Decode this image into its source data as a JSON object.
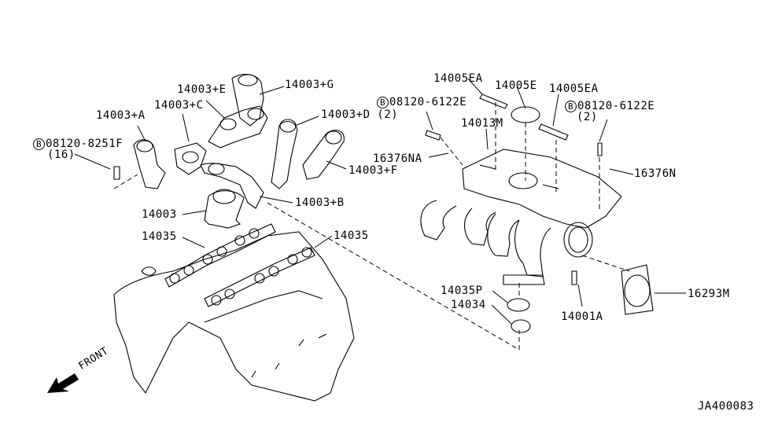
{
  "diagram": {
    "id_code": "JA400083",
    "front_label": "FRONT",
    "bolt_symbol": "B",
    "parts": [
      {
        "key": "p14003_a",
        "label": "14003+A"
      },
      {
        "key": "p14003_c",
        "label": "14003+C"
      },
      {
        "key": "p14003_e",
        "label": "14003+E"
      },
      {
        "key": "p14003_g",
        "label": "14003+G"
      },
      {
        "key": "p14003_d",
        "label": "14003+D (2)"
      },
      {
        "key": "p14003_f",
        "label": "14003+F"
      },
      {
        "key": "p14003_b",
        "label": "14003+B"
      },
      {
        "key": "p14003",
        "label": "14003"
      },
      {
        "key": "p14035_l",
        "label": "14035"
      },
      {
        "key": "p14035_r",
        "label": "14035"
      },
      {
        "key": "p14005ea_l",
        "label": "14005EA"
      },
      {
        "key": "p14005e",
        "label": "14005E"
      },
      {
        "key": "p14005ea_r",
        "label": "14005EA"
      },
      {
        "key": "p14013m",
        "label": "14013M"
      },
      {
        "key": "p16376na",
        "label": "16376NA"
      },
      {
        "key": "p16376n",
        "label": "16376N"
      },
      {
        "key": "p14035p",
        "label": "14035P"
      },
      {
        "key": "p14034",
        "label": "14034"
      },
      {
        "key": "p14001a",
        "label": "14001A"
      },
      {
        "key": "p16293m",
        "label": "16293M"
      }
    ],
    "bolts": [
      {
        "key": "bolt_8251",
        "number": "08120-8251F",
        "qty": "(16)"
      },
      {
        "key": "bolt_6122_l",
        "number": "08120-6122E",
        "qty": "(2)"
      },
      {
        "key": "bolt_6122_r",
        "number": "08120-6122E",
        "qty": "(2)"
      }
    ]
  }
}
